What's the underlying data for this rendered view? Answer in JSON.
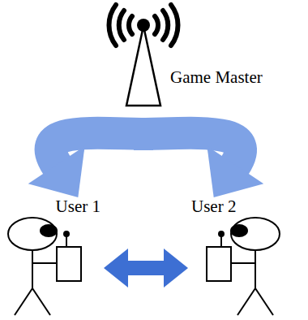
{
  "diagram": {
    "nodes": [
      {
        "text": [
          "Game Master"
        ]
      },
      {
        "text": [
          "User 1"
        ]
      },
      {
        "text": [
          "User 2"
        ]
      }
    ],
    "edges": [
      {
        "from": 0,
        "to": 1,
        "arrow": "to"
      },
      {
        "from": 0,
        "to": 2,
        "arrow": "to"
      },
      {
        "from": 1,
        "to": 2,
        "arrow": "both"
      }
    ]
  }
}
